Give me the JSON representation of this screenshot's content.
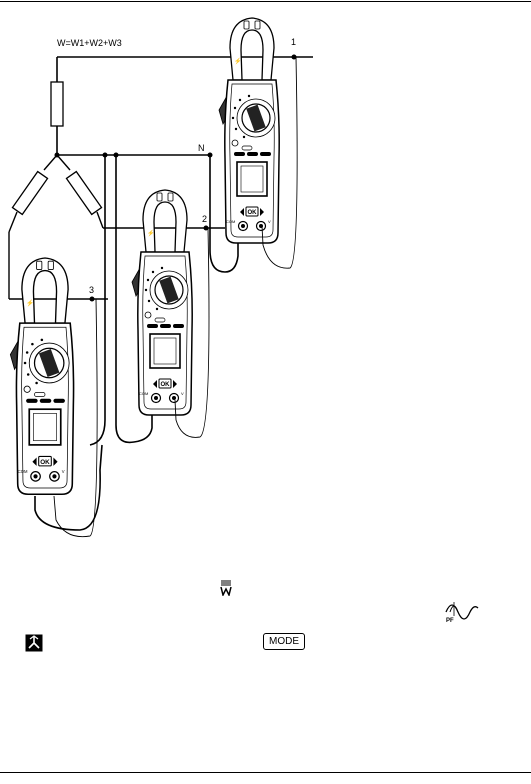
{
  "diagram": {
    "formula": "W=W1+W2+W3",
    "line_labels": {
      "l1": "1",
      "l2": "2",
      "l3": "3",
      "neutral": "N"
    }
  },
  "meter": {
    "button_label": "OK",
    "ports": {
      "com": "COM",
      "v": "V"
    }
  },
  "instructions": {
    "icons": {
      "watt_icon": "watt-total-icon",
      "power_factor_icon": "power-factor-icon",
      "three_phase_icon": "three-phase-icon"
    },
    "mode_button_label": "MODE"
  }
}
